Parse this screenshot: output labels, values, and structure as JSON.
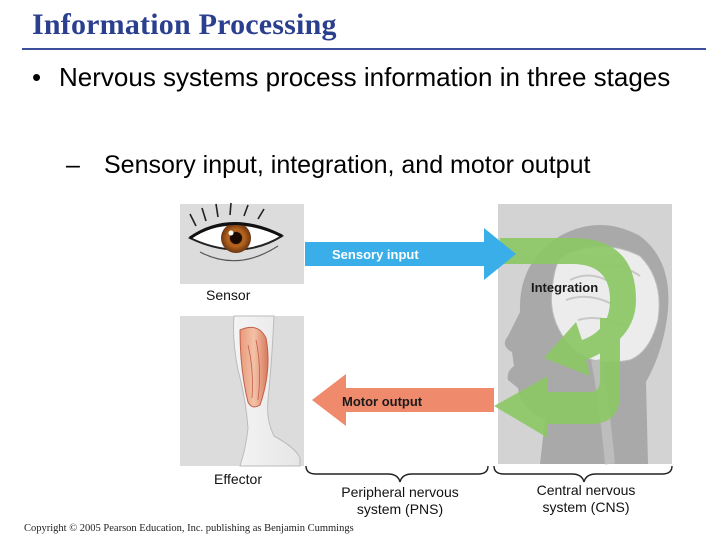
{
  "slide": {
    "title": "Information Processing",
    "bullet_symbol": "•",
    "bullet": "Nervous systems process information in three stages",
    "sub_bullet_symbol": "–",
    "sub_bullet": "Sensory input, integration, and motor output"
  },
  "diagram": {
    "sensor_label": "Sensor",
    "effector_label": "Effector",
    "sensory_input_label": "Sensory input",
    "motor_output_label": "Motor output",
    "integration_label": "Integration",
    "pns_label_line1": "Peripheral nervous",
    "pns_label_line2": "system (PNS)",
    "cns_label_line1": "Central nervous",
    "cns_label_line2": "system (CNS)",
    "colors": {
      "sensory_arrow": "#3aaee8",
      "motor_arrow": "#f08a6c",
      "integration_arrow": "#8cc865",
      "panel_bg": "#d6d6d6",
      "title": "#2b3f8f"
    },
    "icons": [
      "eye-image",
      "leg-muscle-image",
      "head-brain-image"
    ]
  },
  "footer": {
    "copyright": "Copyright © 2005 Pearson Education, Inc. publishing as Benjamin Cummings"
  }
}
